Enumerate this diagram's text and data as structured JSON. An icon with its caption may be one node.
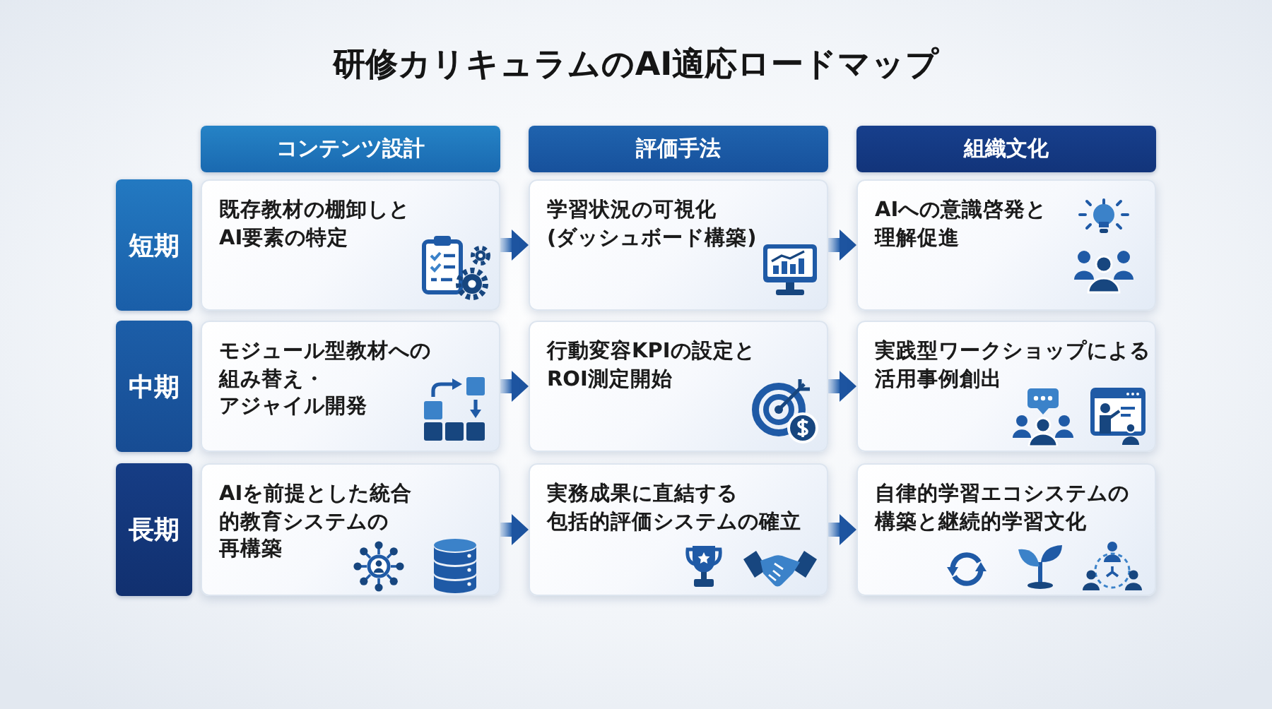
{
  "diagram": {
    "title": "研修カリキュラムのAI適応ロードマップ",
    "nodes": [
      {
        "text": [
          "コンテンツ設計"
        ]
      },
      {
        "text": [
          "評価手法"
        ]
      },
      {
        "text": [
          "組織文化"
        ]
      },
      {
        "text": [
          "短期"
        ]
      },
      {
        "text": [
          "既存教材の棚卸しとAI要素の特定"
        ]
      },
      {
        "text": [
          "学習状況の可視化(ダッシュボード構築)"
        ]
      },
      {
        "text": [
          "AIへの意識啓発と理解促進"
        ]
      },
      {
        "text": [
          "中期"
        ]
      },
      {
        "text": [
          "モジュール型教材への組み替え・アジャイル開発"
        ]
      },
      {
        "text": [
          "行動変容KPIの設定とROI測定開始"
        ]
      },
      {
        "text": [
          "実践型ワークショップによる活用事例創出"
        ]
      },
      {
        "text": [
          "長期"
        ]
      },
      {
        "text": [
          "AIを前提とした統合的教育システムの再構築"
        ]
      },
      {
        "text": [
          "実務成果に直結する包括的評価システムの確立"
        ]
      },
      {
        "text": [
          "自律的学習エコシステムの構築と継続的学習文化"
        ]
      }
    ],
    "edges": [
      {
        "from": 4,
        "to": 5,
        "arrow": "to"
      },
      {
        "from": 5,
        "to": 6,
        "arrow": "to"
      },
      {
        "from": 8,
        "to": 9,
        "arrow": "to"
      },
      {
        "from": 9,
        "to": 10,
        "arrow": "to"
      },
      {
        "from": 12,
        "to": 13,
        "arrow": "to"
      },
      {
        "from": 13,
        "to": 14,
        "arrow": "to"
      }
    ]
  }
}
